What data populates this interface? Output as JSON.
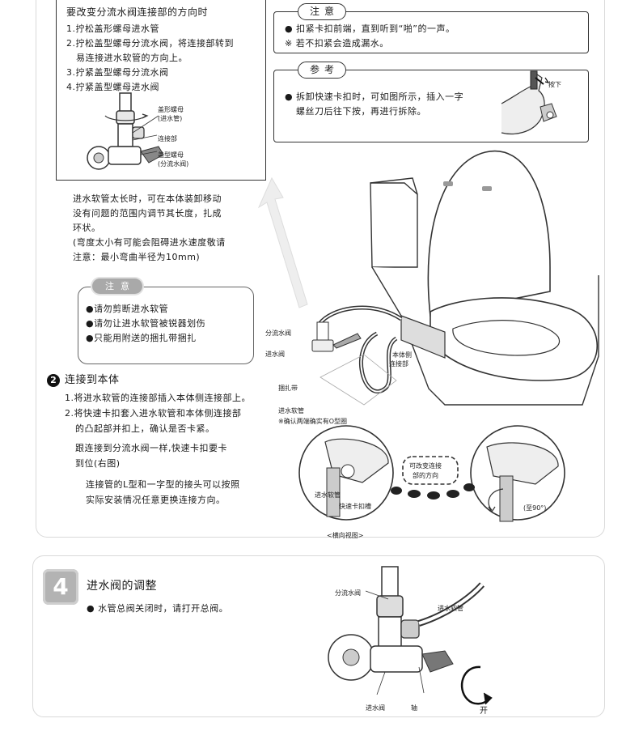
{
  "change_box": {
    "title": "要改变分流水阀连接部的方向时",
    "steps": [
      "1.拧松盖形螺母进水管",
      "2.拧松盖型螺母分流水阀，将连接部转到",
      "易连接进水软管的方向上。",
      "3.拧紧盖型螺母分流水阀",
      "4.拧紧盖型螺母进水阀"
    ],
    "labels": {
      "cap_nut_inlet_1": "盖形螺母",
      "cap_nut_inlet_2": "(进水管)",
      "joint": "连接部",
      "cap_nut_div_1": "盖型螺母",
      "cap_nut_div_2": "(分流水阀)"
    }
  },
  "notice": {
    "tag": "注意",
    "lines": [
      "● 扣紧卡扣前端，直到听到“啪”的一声。",
      "※ 若不扣紧会造成漏水。"
    ]
  },
  "reference": {
    "tag": "参考",
    "lines": [
      "● 拆卸快速卡扣时，可如图所示，插入一字",
      "螺丝刀后往下按，再进行拆除。"
    ],
    "press_label": "按下"
  },
  "hose_note": {
    "lines": [
      "进水软管太长时，可在本体装卸移动",
      "没有问题的范围内调节其长度，扎成",
      "环状。",
      "(弯度太小有可能会阻碍进水速度敬请",
      "注意：最小弯曲半径为10mm)"
    ]
  },
  "caution": {
    "tag": "注意",
    "items": [
      "●请勿剪断进水软管",
      "●请勿让进水软管被锐器划伤",
      "●只能用附送的捆扎带捆扎"
    ]
  },
  "diagram_labels": {
    "diverter_valve": "分流水阀",
    "inlet_valve": "进水阀",
    "body_joint_1": "本体侧",
    "body_joint_2": "连接部",
    "tie_band": "捆扎带",
    "inlet_hose": "进水软管",
    "o_ring_note": "※确认两端确实有O型圈"
  },
  "section2": {
    "number": "2",
    "title": "连接到本体",
    "lines": [
      "1.将进水软管的连接部插入本体侧连接部上。",
      "2.将快速卡扣套入进水软管和本体侧连接部",
      "的凸起部并扣上，确认是否卡紧。",
      "跟连接到分流水阀一样,快速卡扣要卡",
      "到位(右图)",
      "连接管的L型和一字型的接头可以按照",
      "实际安装情况任意更换连接方向。"
    ]
  },
  "side_view": {
    "hose_label": "进水软管",
    "clip_label": "快速卡扣槽",
    "callout_1": "可改变连接",
    "callout_2": "部的方向",
    "angle_label": "(至90°)",
    "caption": "<横向视图>"
  },
  "step4": {
    "number": "4",
    "title": "进水阀的调整",
    "line": "● 水管总阀关闭时，请打开总阀。",
    "labels": {
      "diverter_valve": "分流水阀",
      "inlet_hose": "进水软管",
      "inlet_valve": "进水阀",
      "shaft": "轴",
      "open": "开"
    }
  }
}
